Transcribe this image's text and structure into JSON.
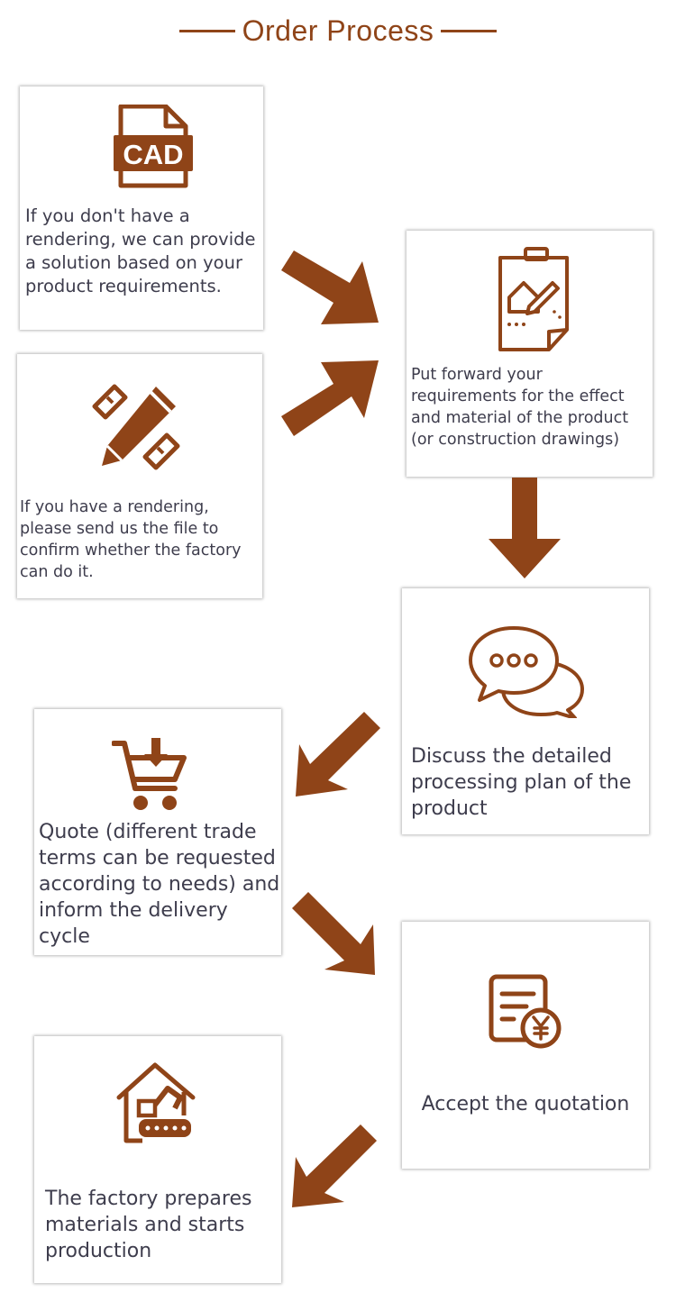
{
  "header": {
    "title": "Order Process"
  },
  "colors": {
    "accent": "#8f4418",
    "text": "#3e3d4d",
    "card_bg": "#ffffff"
  },
  "steps": [
    {
      "icon": "cad-file-icon",
      "icon_label": "CAD",
      "text": " If you don't have a rendering, we can provide a solution based on your product requirements."
    },
    {
      "icon": "pencil-ruler-icon",
      "text": "If you have a rendering, please send us the file to confirm whether the factory can do it."
    },
    {
      "icon": "clipboard-drawing-icon",
      "text": "Put forward your requirements for the effect and material of the product (or construction drawings)"
    },
    {
      "icon": "chat-bubbles-icon",
      "text": "Discuss the detailed processing plan of the product"
    },
    {
      "icon": "cart-download-icon",
      "text": "Quote (different trade terms can be requested according to needs) and inform the delivery cycle"
    },
    {
      "icon": "invoice-yen-icon",
      "text": "Accept the quotation"
    },
    {
      "icon": "factory-excavator-icon",
      "text": "The factory prepares materials and starts production"
    }
  ]
}
